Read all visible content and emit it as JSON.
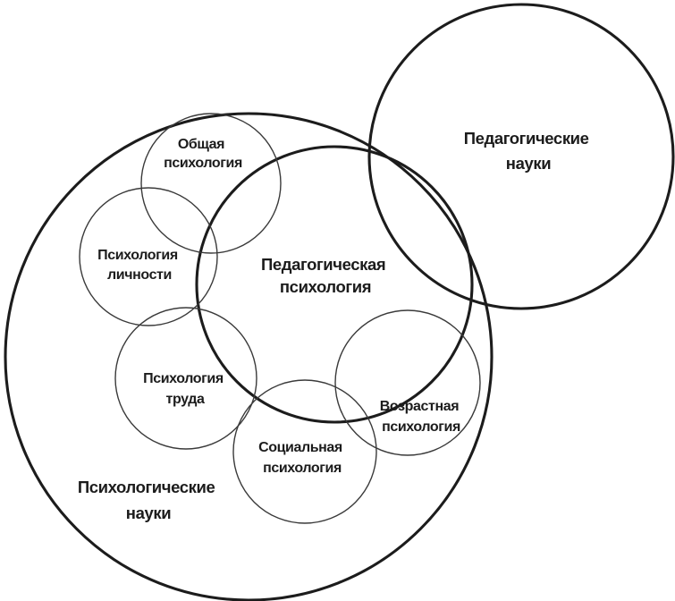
{
  "colors": {
    "ink": "#1c1c1c",
    "ink_thin": "#3a3a3a",
    "bg": "#ffffff"
  },
  "diagram": {
    "type": "venn-euler",
    "language": "ru",
    "circles": [
      {
        "id": "psychological-sciences",
        "role": "outer-set",
        "lines": [
          "Психологические",
          "науки"
        ]
      },
      {
        "id": "pedagogical-sciences",
        "role": "outer-set",
        "lines": [
          "Педагогические",
          "науки"
        ]
      },
      {
        "id": "pedagogical-psychology",
        "role": "intersection-set",
        "lines": [
          "Педагогическая",
          "психология"
        ]
      },
      {
        "id": "general-psychology",
        "role": "sub-set",
        "lines": [
          "Общая",
          "психология"
        ]
      },
      {
        "id": "personality-psychology",
        "role": "sub-set",
        "lines": [
          "Психология",
          "личности"
        ]
      },
      {
        "id": "labor-psychology",
        "role": "sub-set",
        "lines": [
          "Психология",
          "труда"
        ]
      },
      {
        "id": "social-psychology",
        "role": "sub-set",
        "lines": [
          "Социальная",
          "психология"
        ]
      },
      {
        "id": "developmental-psychology",
        "role": "sub-set",
        "lines": [
          "Возрастная",
          "психология"
        ]
      }
    ]
  }
}
